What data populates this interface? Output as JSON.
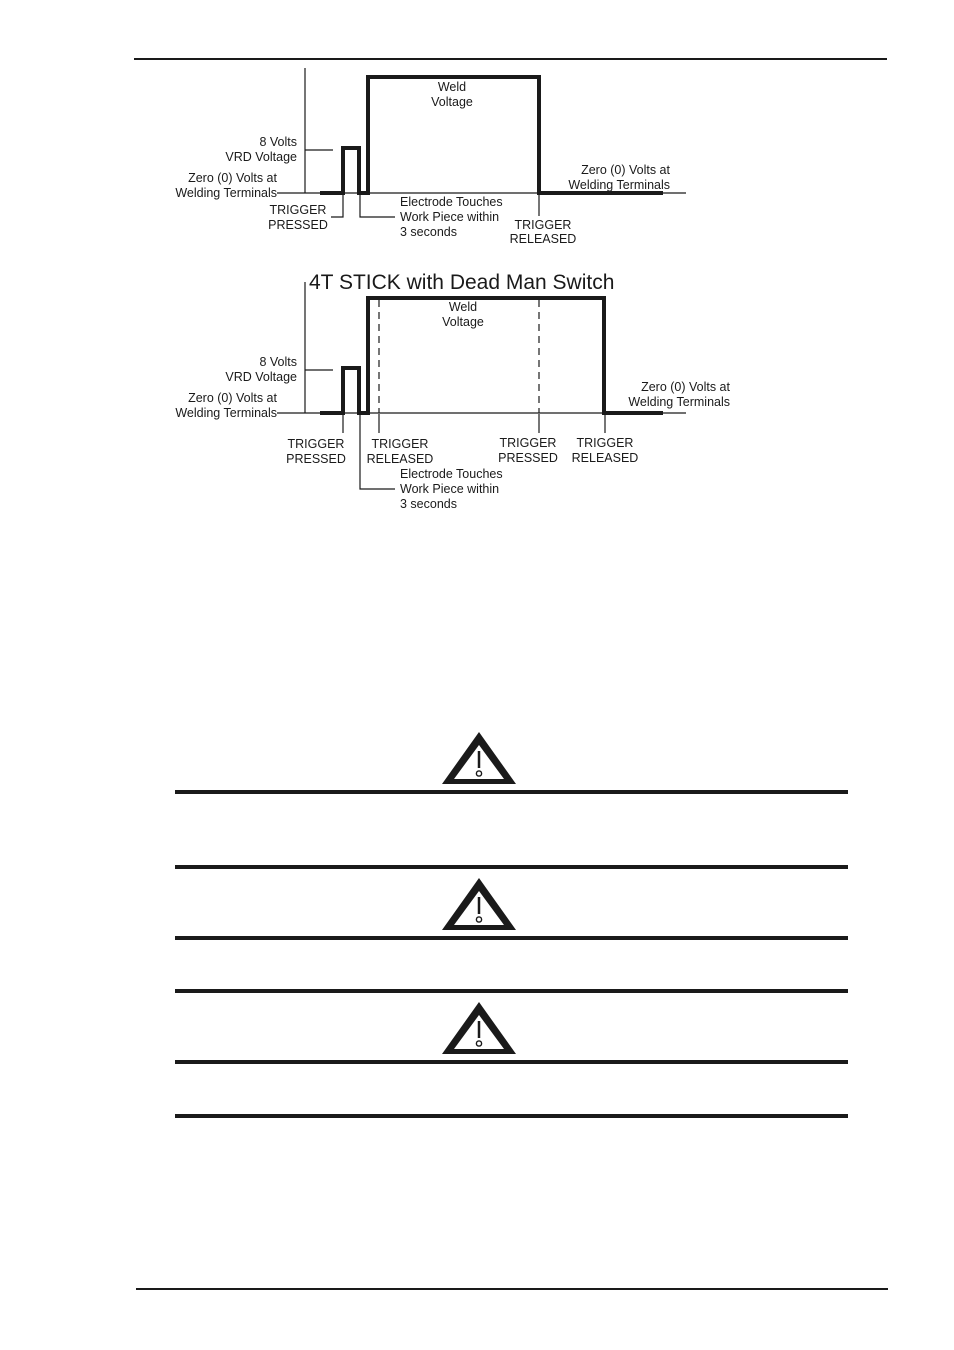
{
  "diagram_top": {
    "weld_voltage_l1": "Weld",
    "weld_voltage_l2": "Voltage",
    "vrd_l1": "8 Volts",
    "vrd_l2": "VRD Voltage",
    "zero_left_l1": "Zero (0) Volts at",
    "zero_left_l2": "Welding Terminals",
    "zero_right_l1": "Zero (0) Volts at",
    "zero_right_l2": "Welding Terminals",
    "trigger_pressed_l1": "TRIGGER",
    "trigger_pressed_l2": "PRESSED",
    "electrode_l1": "Electrode Touches",
    "electrode_l2": "Work Piece within",
    "electrode_l3": "3 seconds",
    "trigger_released_l1": "TRIGGER",
    "trigger_released_l2": "RELEASED"
  },
  "diagram_bottom": {
    "title": "4T STICK with Dead Man Switch",
    "weld_voltage_l1": "Weld",
    "weld_voltage_l2": "Voltage",
    "vrd_l1": "8 Volts",
    "vrd_l2": "VRD Voltage",
    "zero_left_l1": "Zero (0) Volts at",
    "zero_left_l2": "Welding Terminals",
    "zero_right_l1": "Zero (0) Volts at",
    "zero_right_l2": "Welding Terminals",
    "trigger_pressed_1_l1": "TRIGGER",
    "trigger_pressed_1_l2": "PRESSED",
    "trigger_released_1_l1": "TRIGGER",
    "trigger_released_1_l2": "RELEASED",
    "trigger_pressed_2_l1": "TRIGGER",
    "trigger_pressed_2_l2": "PRESSED",
    "trigger_released_2_l1": "TRIGGER",
    "trigger_released_2_l2": "RELEASED",
    "electrode_l1": "Electrode Touches",
    "electrode_l2": "Work Piece within",
    "electrode_l3": "3 seconds"
  },
  "warnings": [
    {
      "icon": "warning-triangle-icon"
    },
    {
      "icon": "warning-triangle-icon"
    },
    {
      "icon": "warning-triangle-icon"
    }
  ],
  "colors": {
    "ink": "#1a1a1a",
    "background": "#ffffff"
  }
}
